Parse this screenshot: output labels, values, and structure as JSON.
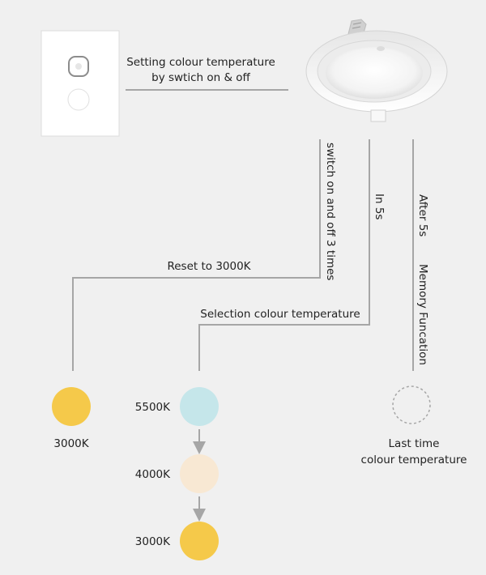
{
  "top_label": {
    "line1": "Setting colour temperature",
    "line2": "by swtich on & off"
  },
  "branches": {
    "reset": {
      "vertical_label": "switch on and off 3 times",
      "label": "Reset to 3000K",
      "result": "3000K",
      "color": "#f5c94a"
    },
    "selection": {
      "vertical_label": "In 5s",
      "label": "Selection colour temperature",
      "steps": [
        {
          "label": "5500K",
          "color": "#c5e6ea"
        },
        {
          "label": "4000K",
          "color": "#f8e8d3"
        },
        {
          "label": "3000K",
          "color": "#f5c94a"
        }
      ]
    },
    "memory": {
      "vertical_label_1": "After 5s",
      "vertical_label_2": "Memory Funcation",
      "result_line1": "Last time",
      "result_line2": "colour temperature"
    }
  },
  "colors": {
    "line": "#a6a6a6",
    "background": "#f0f0f0"
  }
}
